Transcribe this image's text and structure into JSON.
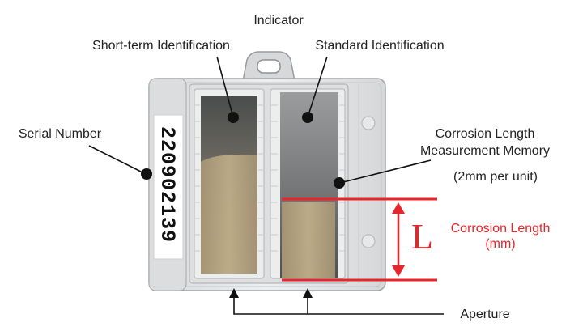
{
  "labels": {
    "indicator": "Indicator",
    "short_term": "Short-term Identification",
    "standard": "Standard Identification",
    "serial_number": "Serial Number",
    "memory_line1": "Corrosion Length",
    "memory_line2": "Measurement Memory",
    "memory_note": "(2mm per unit)",
    "corrosion_line1": "Corrosion Length",
    "corrosion_line2": "(mm)",
    "length_symbol": "L",
    "aperture": "Aperture"
  },
  "serial_value": "220902139",
  "colors": {
    "accent_red": "#e8262a",
    "body_white": "#e9eaec",
    "strip_gold": "#b3a27e",
    "strip_dark": "#585a5b"
  }
}
